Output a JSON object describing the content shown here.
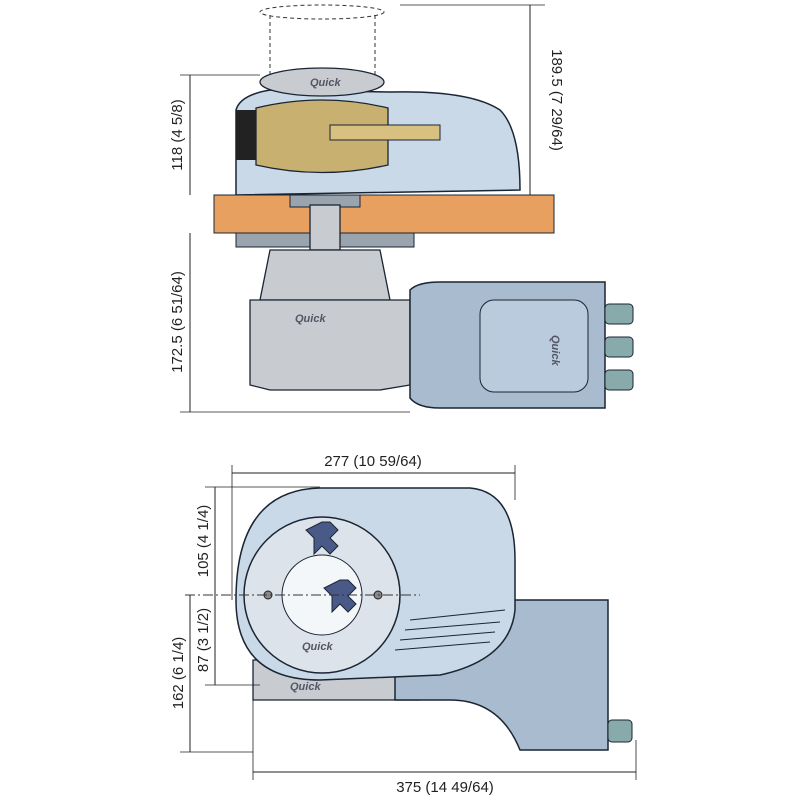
{
  "dimensions": {
    "total_height": "189.5 (7 29/64)",
    "above_deck_height": "118 (4 5/8)",
    "below_deck_height": "172.5 (6 51/64)",
    "top_width": "277 (10 59/64)",
    "front_to_center": "105 (4 1/4)",
    "center_to_back": "87 (3 1/2)",
    "center_to_motor_end": "162 (6 1/4)",
    "overall_length": "375 (14 49/64)"
  },
  "brand_logo": "Quick",
  "colors": {
    "housing": "#c9d9e8",
    "motor": "#a9bccf",
    "deck": "#e8a060",
    "gypsy": "#c8b070"
  }
}
